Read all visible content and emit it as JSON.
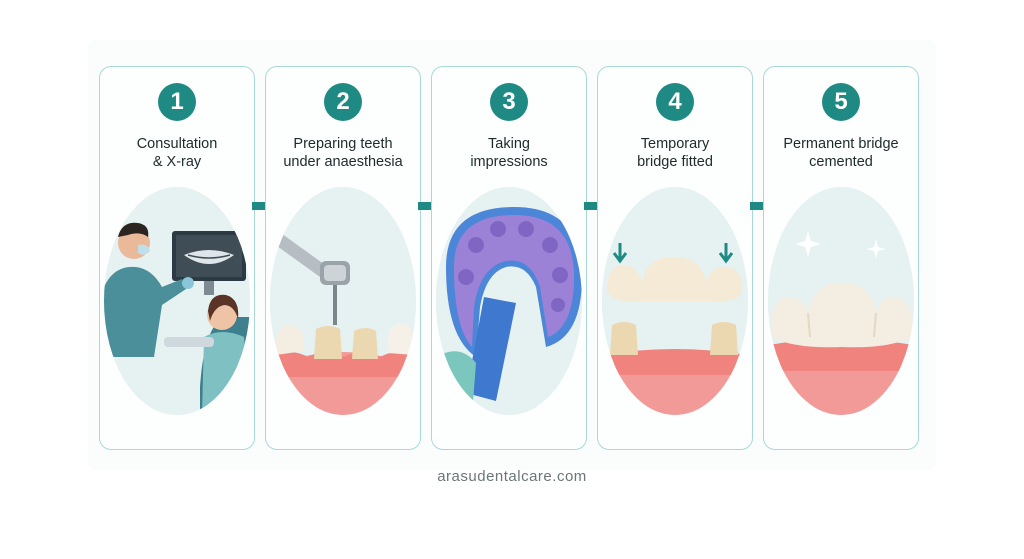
{
  "steps": [
    {
      "number": "1",
      "line1": "Consultation",
      "line2": "& X-ray",
      "icon": "dentist-xray-illustration"
    },
    {
      "number": "2",
      "line1": "Preparing teeth",
      "line2": "under anaesthesia",
      "icon": "dental-drill-illustration"
    },
    {
      "number": "3",
      "line1": "Taking",
      "line2": "impressions",
      "icon": "impression-tray-illustration"
    },
    {
      "number": "4",
      "line1": "Temporary",
      "line2": "bridge fitted",
      "icon": "temporary-bridge-illustration"
    },
    {
      "number": "5",
      "line1": "Permanent bridge",
      "line2": "cemented",
      "icon": "permanent-bridge-illustration"
    }
  ],
  "footer": "arasudentalcare.com",
  "colors": {
    "accent": "#1f8a83",
    "border": "#a9d9d5",
    "gum": "#f08b8b",
    "tooth": "#f4ede1"
  }
}
